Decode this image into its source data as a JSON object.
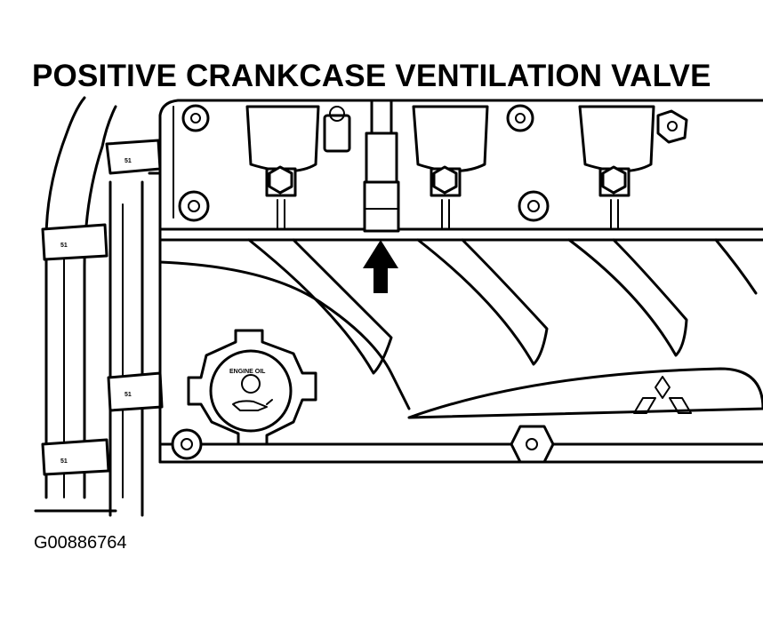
{
  "diagram": {
    "title": "POSITIVE CRANKCASE VENTILATION VALVE",
    "figure_id": "G00886764",
    "cap_label": "ENGINE OIL",
    "clip_label": "51"
  },
  "colors": {
    "line": "#000000",
    "background": "#ffffff"
  },
  "icons": [
    "pointer-arrow-icon",
    "mitsubishi-logo-icon",
    "oil-can-icon"
  ]
}
